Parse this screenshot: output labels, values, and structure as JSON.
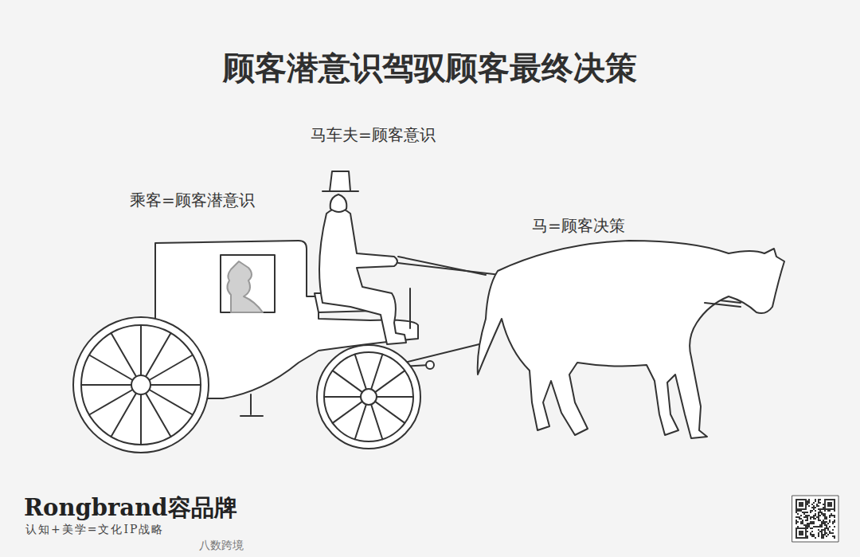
{
  "diagram": {
    "title": "顾客潜意识驾驭顾客最终决策",
    "labels": [
      "马车夫=顾客意识",
      "乘客=顾客潜意识",
      "马=顾客决策",
      "Rongbrand容品牌",
      "认知+美学=文化IP战略",
      "八数跨境"
    ]
  }
}
